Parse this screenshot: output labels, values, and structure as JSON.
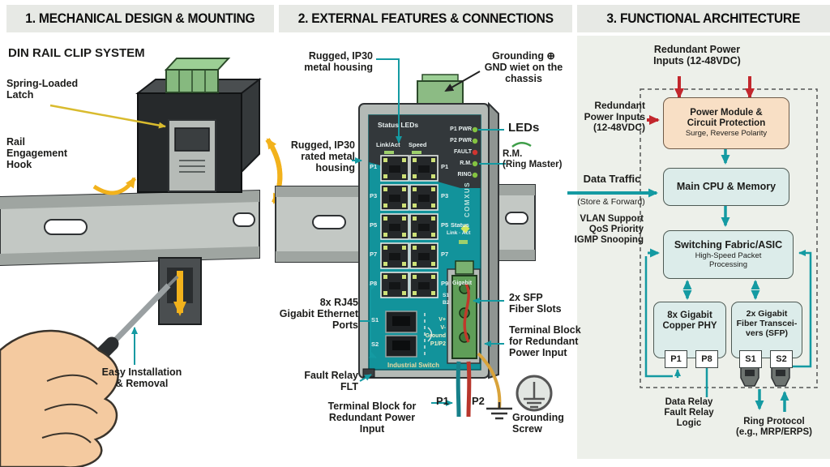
{
  "colors": {
    "teal": "#149aa2",
    "red": "#c2272d",
    "yellow": "#f2b21c",
    "peach_box": "#f8dfc5",
    "cyan_box": "#dcecea",
    "panel_bg": "#edf0ea",
    "header_bg": "#e7e9e5",
    "switch_teal": "#12939b"
  },
  "panel1": {
    "header": "1. MECHANICAL DESIGN & MOUNTING",
    "subtitle": "DIN RAIL CLIP SYSTEM",
    "spring_latch": "Spring-Loaded\nLatch",
    "rail_hook": "Rail\nEngagement\nHook",
    "easy_install": "Easy Installation\n& Removal"
  },
  "panel2": {
    "header": "2. EXTERNAL FEATURES & CONNECTIONS",
    "housing_top": "Rugged, IP30\nmetal housing",
    "grounding_top": "Grounding ⊕\nGND wiet on the\nchassis",
    "housing_left": "Rugged, IP30\nrated metal\nhousing",
    "leds_label": "LEDs",
    "rm_label": "R.M.\n(Ring Master)",
    "rj45_label": "8x RJ45\nGigabit Ethernet\nPorts",
    "sfp_label": "2x SFP\nFiber Slots",
    "terminal_right": "Terminal Block\nfor Redundant\nPower Input",
    "fault_relay": "Fault Relay\nFLT",
    "terminal_bottom": "Terminal Block for\nRedundant Power\nInput",
    "wire_p1": "P1",
    "wire_p2": "P2",
    "grounding_screw": "Grounding\nScrew",
    "device": {
      "status_leds": "Status LEDs",
      "link_act": "Link/Act",
      "speed": "Speed",
      "led_labels": [
        "P1 PWR",
        "P2 PWR",
        "FAULT",
        "R.M.",
        "RING"
      ],
      "ports_left": [
        "P1",
        "P3",
        "P5",
        "P7",
        "P8"
      ],
      "ports_right": [
        "P1",
        "P3",
        "P5",
        "P7",
        "P9"
      ],
      "brand": "COMXUS",
      "status2": "Status",
      "linkact2": "Link · Act",
      "gigabit": "Gigabit",
      "sfp_ind": [
        "S1",
        "B2"
      ],
      "sfp_cages": [
        "S1",
        "S2"
      ],
      "term": [
        "V+",
        "V-",
        "Ground",
        "P1/P2"
      ],
      "name": "Industrial Switch"
    }
  },
  "panel3": {
    "header": "3. FUNCTIONAL ARCHITECTURE",
    "top_label": "Redundant Power\nInputs (12-48VDC)",
    "left_power": "Redundant\nPower Inputs\n(12-48VDC)",
    "power_title": "Power Module &\nCircuit Protection",
    "power_sub": "Surge, Reverse Polarity",
    "data_traffic": "Data Traffic",
    "store_forward": "(Store & Forward)",
    "cpu": "Main CPU & Memory",
    "vlan": "VLAN Support\nQoS Priority\nIGMP Snooping",
    "fabric_title": "Switching Fabric/ASIC",
    "fabric_sub": "High-Speed Packet\nProcessing",
    "phy": "8x Gigabit\nCopper PHY",
    "phy_ports": [
      "P1",
      "P8"
    ],
    "sfp": "2x Gigabit\nFiber Transcei-\nvers (SFP)",
    "sfp_ports": [
      "S1",
      "S2"
    ],
    "relay": "Data Relay\nFault Relay\nLogic",
    "ring": "Ring Protocol\n(e.g., MRP/ERPS)"
  }
}
